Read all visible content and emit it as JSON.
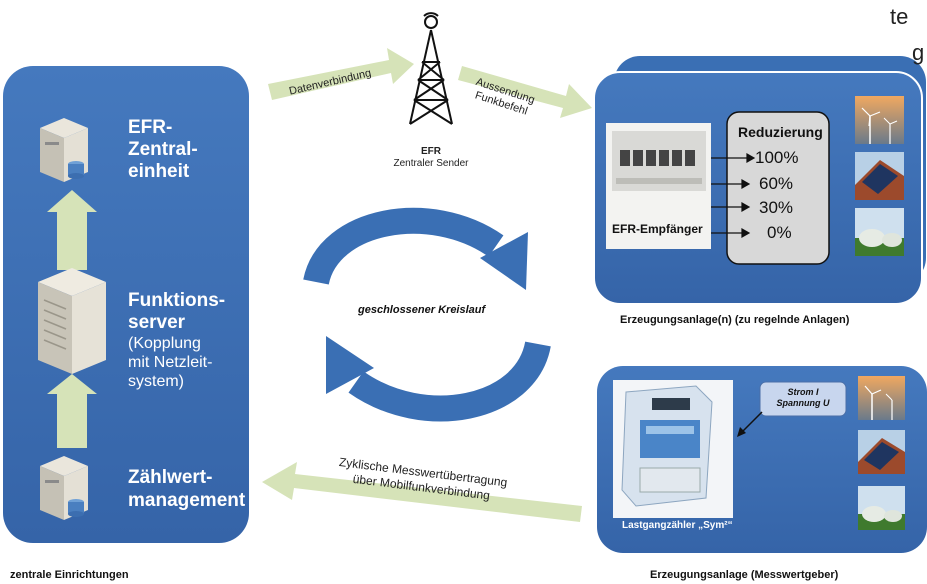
{
  "corner_text": {
    "line1": "te",
    "line2": "g"
  },
  "left_panel": {
    "efr_central": {
      "line1": "EFR-",
      "line2": "Zentral-",
      "line3": "einheit"
    },
    "function_server": {
      "line1": "Funktions-",
      "line2": "server",
      "sub1": "(Kopplung",
      "sub2": "mit Netzleit-",
      "sub3": "system)"
    },
    "meter_management": {
      "line1": "Zählwert-",
      "line2": "management"
    },
    "caption": "zentrale Einrichtungen"
  },
  "transmitter": {
    "title": "EFR",
    "subtitle": "Zentraler Sender"
  },
  "arrows": {
    "data_connection": "Datenverbindung",
    "broadcast_line1": "Aussendung",
    "broadcast_line2": "Funkbefehl",
    "measurement_line1": "Zyklische Messwertübertragung",
    "measurement_line2": "über Mobilfunkverbindung"
  },
  "cycle": {
    "label": "geschlossener Kreislauf"
  },
  "top_right_panel": {
    "receiver_label": "EFR-Empfänger",
    "reduction_title": "Reduzierung",
    "reduction_levels": [
      "100%",
      "60%",
      "30%",
      "0%"
    ],
    "caption": "Erzeugungsanlage(n) (zu regelnde Anlagen)"
  },
  "bottom_right_panel": {
    "callout_line1": "Strom I",
    "callout_line2": "Spannung U",
    "meter_label": "Lastgangzähler „Sym²“",
    "caption": "Erzeugungsanlage (Messwertgeber)"
  },
  "colors": {
    "panel_blue": "#3a6fb4",
    "arrow_green": "#d6e3b8",
    "cycle_blue": "#3a6fb4"
  }
}
